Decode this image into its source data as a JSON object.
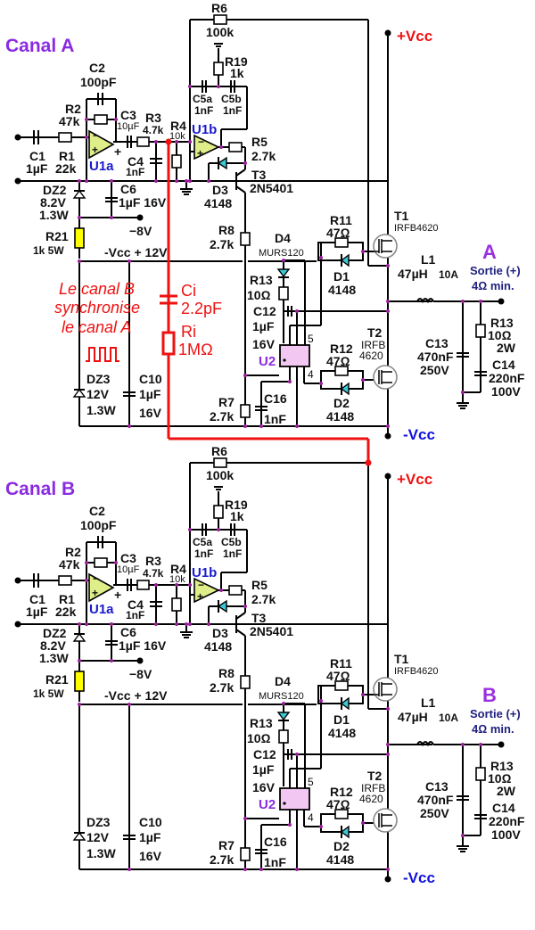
{
  "colors": {
    "supply_positive": "#ee1111",
    "supply_negative": "#1111dd",
    "title": "#8a2be2",
    "sync_wire": "#ee1111",
    "opamp_fill": "#dfee88",
    "driver_fill": "#f2c8f2",
    "zener_resistor_fill": "#ffff00"
  },
  "channels": [
    {
      "title": "Canal A",
      "output_letter": "A",
      "vcc_pos": "+Vcc",
      "vcc_neg": "-Vcc",
      "output_label": "Sortie (+)",
      "output_min": "4Ω min.",
      "components": {
        "C1": {
          "ref": "C1",
          "val": "1µF"
        },
        "R1": {
          "ref": "R1",
          "val": "22k"
        },
        "R2": {
          "ref": "R2",
          "val": "47k"
        },
        "C2": {
          "ref": "C2",
          "val": "100pF"
        },
        "C3": {
          "ref": "C3",
          "val": "10µF"
        },
        "R3": {
          "ref": "R3",
          "val": "4.7k"
        },
        "R4": {
          "ref": "R4",
          "val": "10k"
        },
        "C4": {
          "ref": "C4",
          "val": "1nF"
        },
        "U1a": {
          "ref": "U1a"
        },
        "U1b": {
          "ref": "U1b"
        },
        "R6": {
          "ref": "R6",
          "val": "100k"
        },
        "R19": {
          "ref": "R19",
          "val": "1k"
        },
        "C5a": {
          "ref": "C5a",
          "val": "1nF"
        },
        "C5b": {
          "ref": "C5b",
          "val": "1nF"
        },
        "R5": {
          "ref": "R5",
          "val": "2.7k"
        },
        "T3": {
          "ref": "T3",
          "val": "2N5401"
        },
        "D3": {
          "ref": "D3",
          "val": "4148"
        },
        "DZ2": {
          "ref": "DZ2",
          "val": "8.2V",
          "pwr": "1.3W"
        },
        "C6": {
          "ref": "C6",
          "val": "1µF 16V"
        },
        "neg8": "−8V",
        "R21": {
          "ref": "R21",
          "val": "1k  5W"
        },
        "rail": "-Vcc + 12V",
        "DZ3": {
          "ref": "DZ3",
          "val": "12V",
          "pwr": "1.3W"
        },
        "C10": {
          "ref": "C10",
          "val": "1µF",
          "v": "16V"
        },
        "R8": {
          "ref": "R8",
          "val": "2.7k"
        },
        "R7": {
          "ref": "R7",
          "val": "2.7k"
        },
        "D4": {
          "ref": "D4",
          "val": "MURS120"
        },
        "R13g": {
          "ref": "R13",
          "val": "10Ω"
        },
        "C12": {
          "ref": "C12",
          "val": "1µF",
          "v": "16V"
        },
        "U2": {
          "ref": "U2",
          "pin5": "5",
          "pin4": "4"
        },
        "C16": {
          "ref": "C16",
          "val": "1nF"
        },
        "R11": {
          "ref": "R11",
          "val": "47Ω"
        },
        "D1": {
          "ref": "D1",
          "val": "4148"
        },
        "R12": {
          "ref": "R12",
          "val": "47Ω"
        },
        "D2": {
          "ref": "D2",
          "val": "4148"
        },
        "T1": {
          "ref": "T1",
          "val": "IRFB4620"
        },
        "T2": {
          "ref": "T2",
          "val1": "IRFB",
          "val2": "4620"
        },
        "L1": {
          "ref": "L1",
          "val": "47µH",
          "amp": "10A"
        },
        "C13": {
          "ref": "C13",
          "val": "470nF",
          "v": "250V"
        },
        "R13o": {
          "ref": "R13",
          "val": "10Ω",
          "pwr": "2W"
        },
        "C14": {
          "ref": "C14",
          "val": "220nF",
          "v": "100V"
        }
      }
    },
    {
      "title": "Canal B",
      "output_letter": "B",
      "vcc_pos": "+Vcc",
      "vcc_neg": "-Vcc",
      "output_label": "Sortie (+)",
      "output_min": "4Ω min.",
      "components": {
        "C1": {
          "ref": "C1",
          "val": "1µF"
        },
        "R1": {
          "ref": "R1",
          "val": "22k"
        },
        "R2": {
          "ref": "R2",
          "val": "47k"
        },
        "C2": {
          "ref": "C2",
          "val": "100pF"
        },
        "C3": {
          "ref": "C3",
          "val": "10µF"
        },
        "R3": {
          "ref": "R3",
          "val": "4.7k"
        },
        "R4": {
          "ref": "R4",
          "val": "10k"
        },
        "C4": {
          "ref": "C4",
          "val": "1nF"
        },
        "U1a": {
          "ref": "U1a"
        },
        "U1b": {
          "ref": "U1b"
        },
        "R6": {
          "ref": "R6",
          "val": "100k"
        },
        "R19": {
          "ref": "R19",
          "val": "1k"
        },
        "C5a": {
          "ref": "C5a",
          "val": "1nF"
        },
        "C5b": {
          "ref": "C5b",
          "val": "1nF"
        },
        "R5": {
          "ref": "R5",
          "val": "2.7k"
        },
        "T3": {
          "ref": "T3",
          "val": "2N5401"
        },
        "D3": {
          "ref": "D3",
          "val": "4148"
        },
        "DZ2": {
          "ref": "DZ2",
          "val": "8.2V",
          "pwr": "1.3W"
        },
        "C6": {
          "ref": "C6",
          "val": "1µF 16V"
        },
        "neg8": "−8V",
        "R21": {
          "ref": "R21",
          "val": "1k  5W"
        },
        "rail": "-Vcc + 12V",
        "DZ3": {
          "ref": "DZ3",
          "val": "12V",
          "pwr": "1.3W"
        },
        "C10": {
          "ref": "C10",
          "val": "1µF",
          "v": "16V"
        },
        "R8": {
          "ref": "R8",
          "val": "2.7k"
        },
        "R7": {
          "ref": "R7",
          "val": "2.7k"
        },
        "D4": {
          "ref": "D4",
          "val": "MURS120"
        },
        "R13g": {
          "ref": "R13",
          "val": "10Ω"
        },
        "C12": {
          "ref": "C12",
          "val": "1µF",
          "v": "16V"
        },
        "U2": {
          "ref": "U2",
          "pin5": "5",
          "pin4": "4"
        },
        "C16": {
          "ref": "C16",
          "val": "1nF"
        },
        "R11": {
          "ref": "R11",
          "val": "47Ω"
        },
        "D1": {
          "ref": "D1",
          "val": "4148"
        },
        "R12": {
          "ref": "R12",
          "val": "47Ω"
        },
        "D2": {
          "ref": "D2",
          "val": "4148"
        },
        "T1": {
          "ref": "T1",
          "val": "IRFB4620"
        },
        "T2": {
          "ref": "T2",
          "val1": "IRFB",
          "val2": "4620"
        },
        "L1": {
          "ref": "L1",
          "val": "47µH",
          "amp": "10A"
        },
        "C13": {
          "ref": "C13",
          "val": "470nF",
          "v": "250V"
        },
        "R13o": {
          "ref": "R13",
          "val": "10Ω",
          "pwr": "2W"
        },
        "C14": {
          "ref": "C14",
          "val": "220nF",
          "v": "100V"
        }
      }
    }
  ],
  "sync": {
    "note_line1": "Le canal B",
    "note_line2": "synchronise",
    "note_line3": "le canal A",
    "Ci": {
      "ref": "Ci",
      "val": "2.2pF"
    },
    "Ri": {
      "ref": "Ri",
      "val": "1MΩ"
    }
  }
}
